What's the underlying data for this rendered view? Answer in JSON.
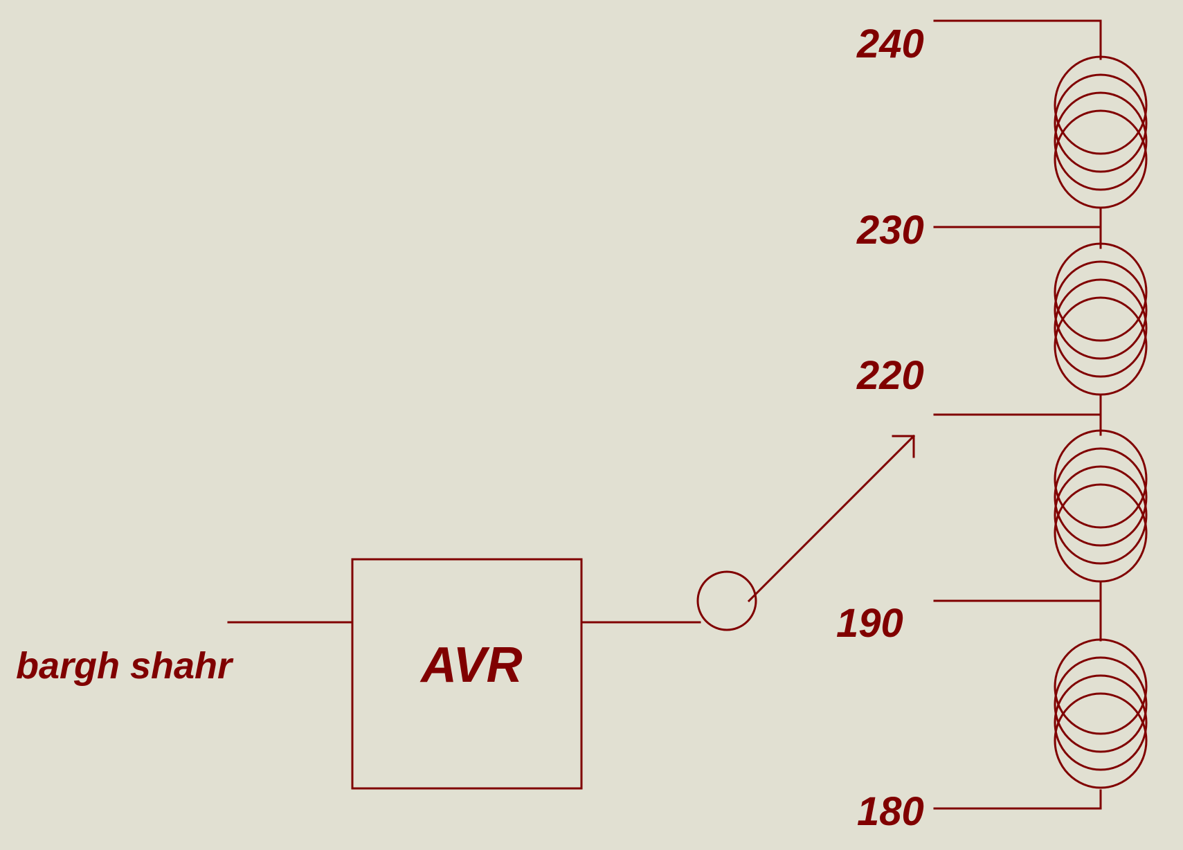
{
  "diagram": {
    "input_label": "bargh shahr",
    "box_label": "AVR",
    "taps": [
      "240",
      "230",
      "220",
      "190",
      "180"
    ],
    "colors": {
      "background": "#e1e0d2",
      "ink": "#800000"
    }
  }
}
